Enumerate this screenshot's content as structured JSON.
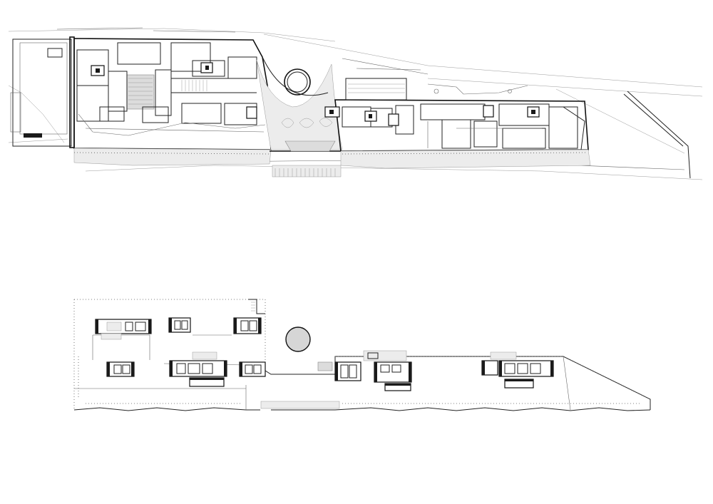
{
  "drawings": [
    {
      "id": "ground-floor-plan",
      "view": "site-plan",
      "has_atrium_rotunda": true,
      "fill_color": "#d9d9d9",
      "line_color": "#222222"
    },
    {
      "id": "upper-floor-plan",
      "view": "floor-plan",
      "has_rotunda": true,
      "fill_color": "#d9d9d9",
      "line_color": "#111111"
    }
  ],
  "page": {
    "background": "#ffffff"
  }
}
